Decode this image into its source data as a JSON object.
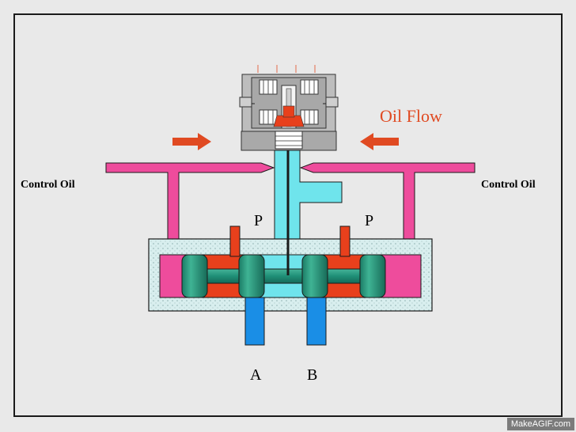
{
  "labels": {
    "control_oil_left": "Control Oil",
    "control_oil_right": "Control Oil",
    "oil_flow": "Oil Flow",
    "port_p_left": "P",
    "port_p_right": "P",
    "port_a": "A",
    "port_b": "B"
  },
  "watermark": "MakeAGIF.com",
  "colors": {
    "background": "#e9e9e9",
    "frame": "#1a1a1a",
    "control_oil": "#ee4c9c",
    "pressure_oil": "#e8401c",
    "return_oil": "#6fe4ec",
    "spool": "#1f8f77",
    "outlet_ports": "#1a8ee6",
    "arrow": "#e04a22",
    "housing_fill": "#d6efef"
  }
}
